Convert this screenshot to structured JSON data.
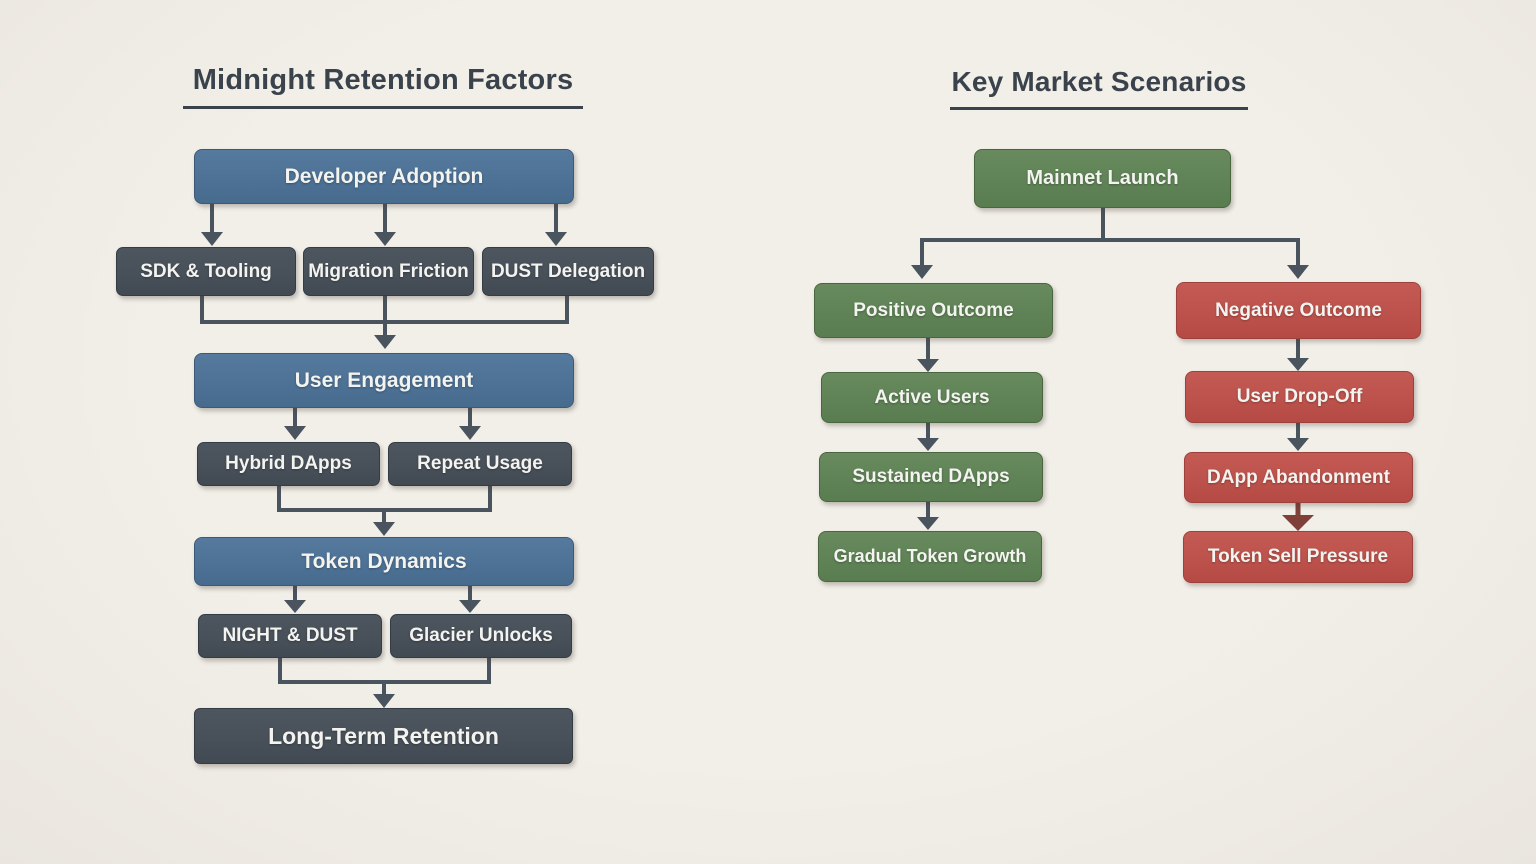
{
  "left_chart": {
    "title": "Midnight Retention Factors",
    "nodes": {
      "developer_adoption": "Developer Adoption",
      "sdk_tooling": "SDK & Tooling",
      "migration_friction": "Migration Friction",
      "dust_delegation": "DUST Delegation",
      "user_engagement": "User Engagement",
      "hybrid_dapps": "Hybrid DApps",
      "repeat_usage": "Repeat Usage",
      "token_dynamics": "Token Dynamics",
      "night_dust": "NIGHT & DUST",
      "glacier_unlocks": "Glacier Unlocks",
      "long_term_retention": "Long-Term Retention"
    },
    "edges": [
      "Developer Adoption -> SDK & Tooling",
      "Developer Adoption -> Migration Friction",
      "Developer Adoption -> DUST Delegation",
      "SDK & Tooling + Migration Friction + DUST Delegation -> User Engagement",
      "User Engagement -> Hybrid DApps",
      "User Engagement -> Repeat Usage",
      "Hybrid DApps + Repeat Usage -> Token Dynamics",
      "Token Dynamics -> NIGHT & DUST",
      "Token Dynamics -> Glacier Unlocks",
      "NIGHT & DUST + Glacier Unlocks -> Long-Term Retention"
    ]
  },
  "right_chart": {
    "title": "Key Market Scenarios",
    "nodes": {
      "mainnet_launch": "Mainnet Launch",
      "positive_outcome": "Positive Outcome",
      "negative_outcome": "Negative Outcome",
      "active_users": "Active Users",
      "sustained_dapps": "Sustained DApps",
      "gradual_token_growth": "Gradual Token Growth",
      "user_drop_off": "User Drop-Off",
      "dapp_abandonment": "DApp Abandonment",
      "token_sell_pressure": "Token Sell Pressure"
    },
    "edges": [
      "Mainnet Launch -> Positive Outcome",
      "Mainnet Launch -> Negative Outcome",
      "Positive Outcome -> Active Users",
      "Active Users -> Sustained DApps",
      "Sustained DApps -> Gradual Token Growth",
      "Negative Outcome -> User Drop-Off",
      "User Drop-Off -> DApp Abandonment",
      "DApp Abandonment -> Token Sell Pressure"
    ]
  },
  "colors": {
    "background": "#f2efe9",
    "blue": "#4d7296",
    "dark": "#48505a",
    "green": "#5f8356",
    "red": "#bd524c",
    "connector": "#4a545e",
    "connector_negative": "#7e4038",
    "title": "#3a434c"
  }
}
